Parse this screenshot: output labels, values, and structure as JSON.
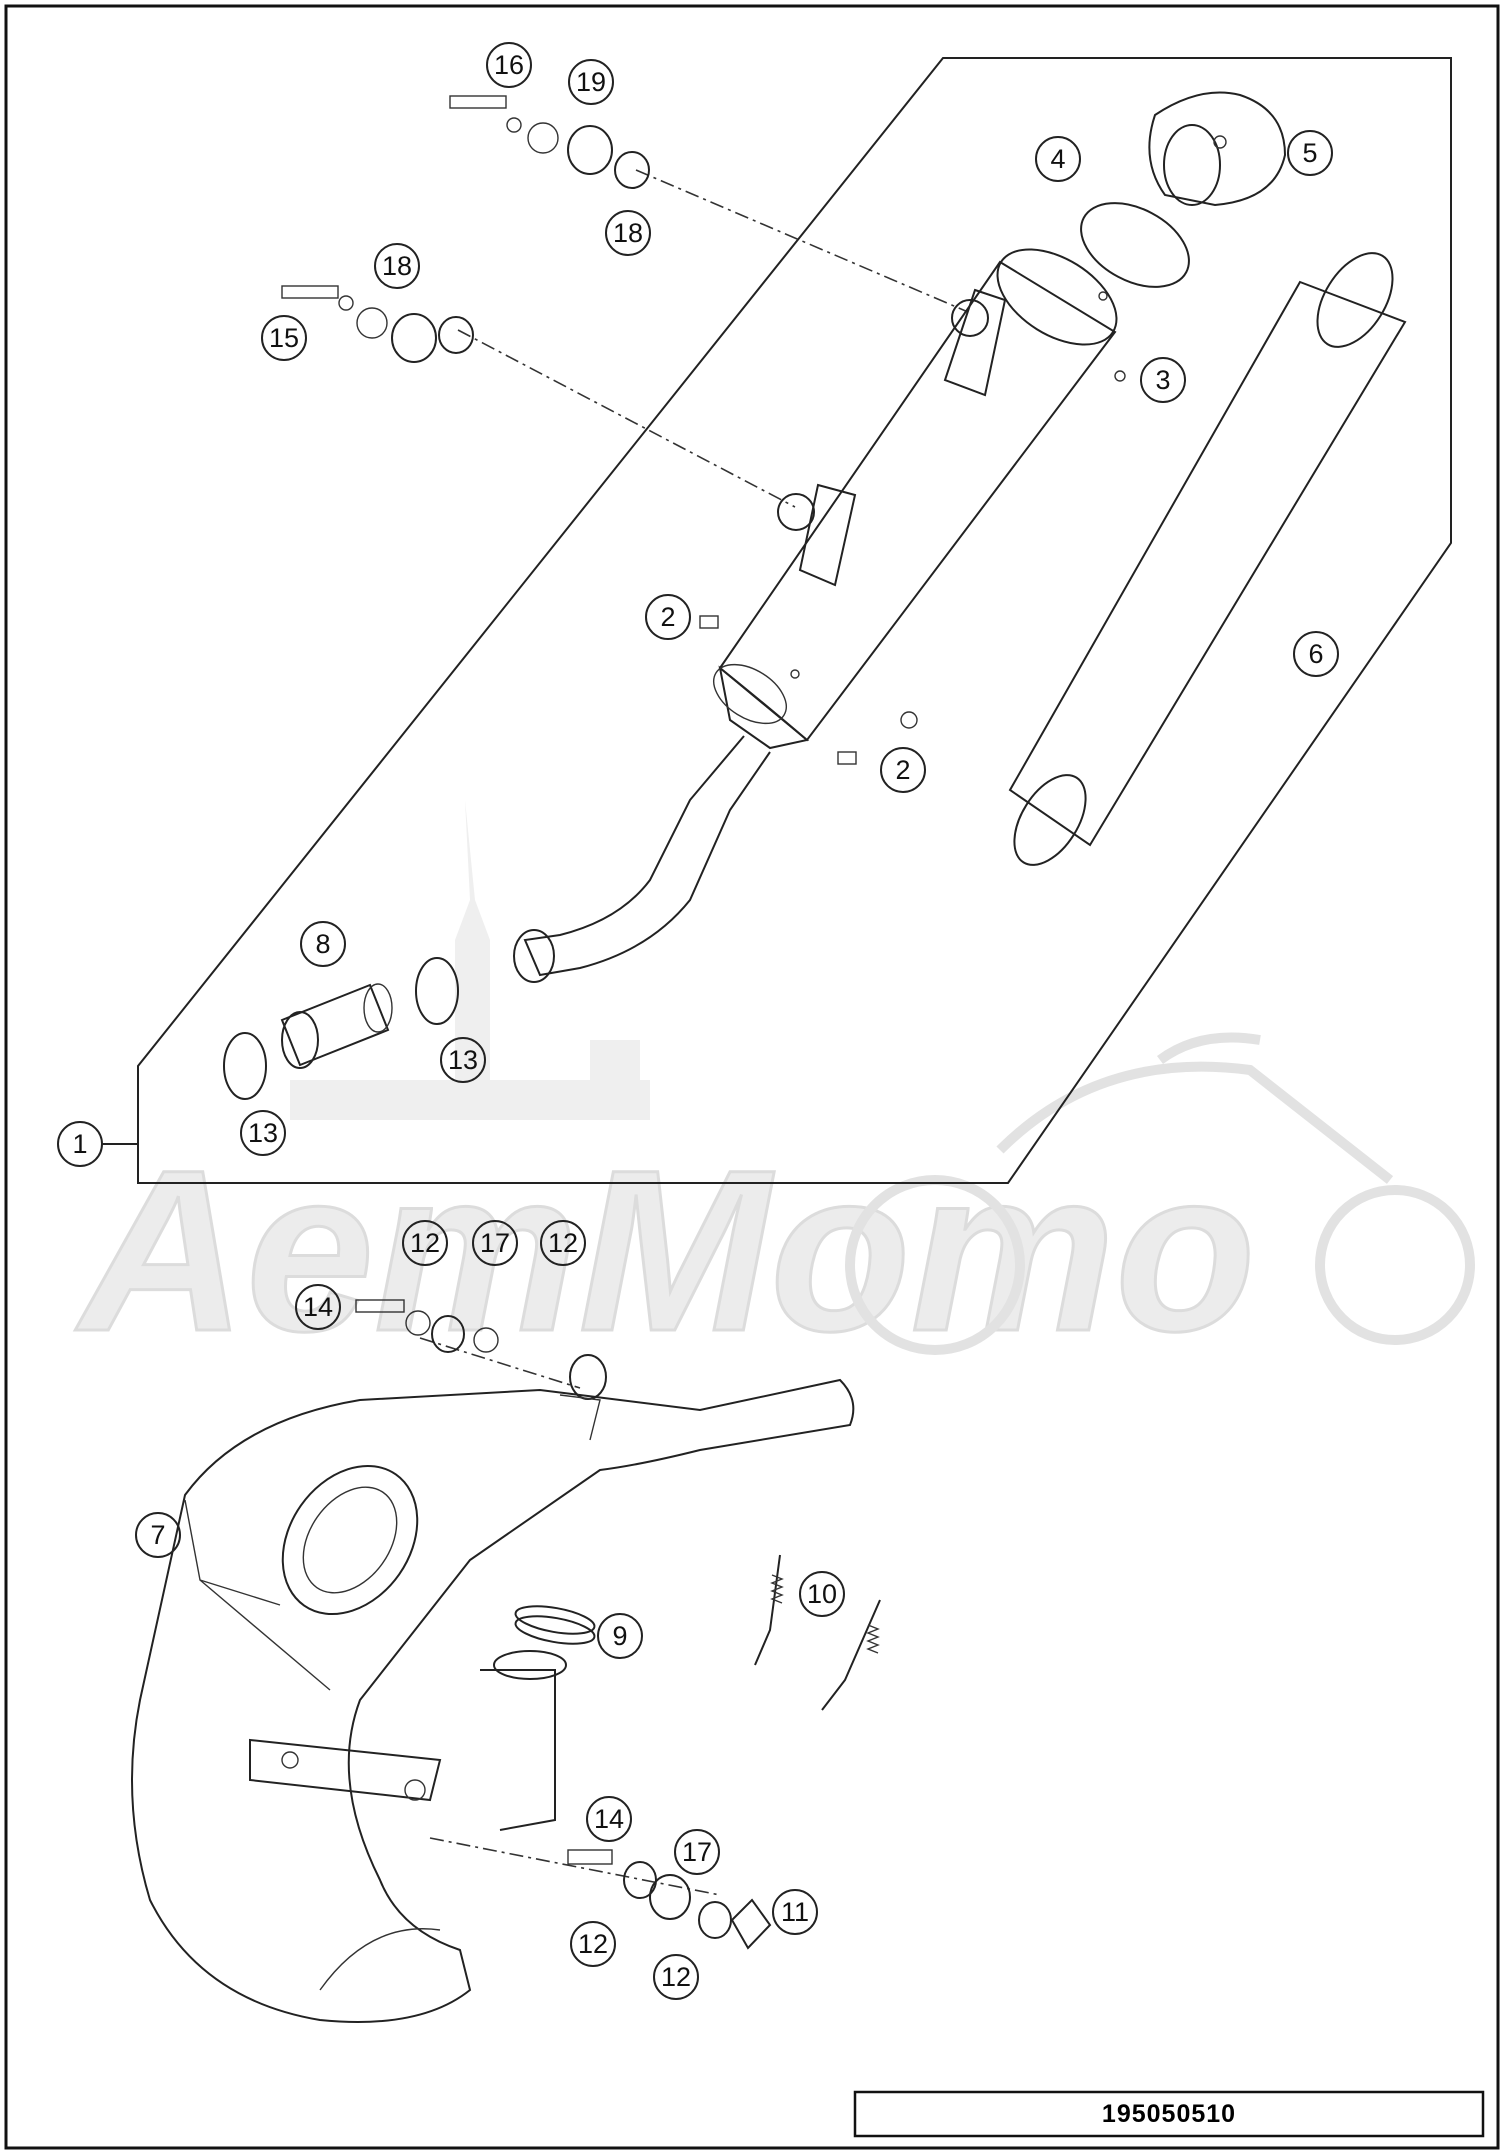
{
  "drawing": {
    "part_number": "195050510",
    "watermark": "AemMomo"
  },
  "callouts": {
    "c1": "1",
    "c2a": "2",
    "c2b": "2",
    "c3": "3",
    "c4": "4",
    "c5": "5",
    "c6": "6",
    "c7": "7",
    "c8": "8",
    "c9": "9",
    "c10": "10",
    "c11": "11",
    "c12a": "12",
    "c12b": "12",
    "c12c": "12",
    "c12d": "12",
    "c13a": "13",
    "c13b": "13",
    "c14a": "14",
    "c14b": "14",
    "c15": "15",
    "c16": "16",
    "c17a": "17",
    "c17b": "17",
    "c18a": "18",
    "c18b": "18",
    "c19": "19"
  },
  "colors": {
    "line": "#222222",
    "watermark": "#e6e6e6",
    "callout_fill": "#ffffff"
  }
}
